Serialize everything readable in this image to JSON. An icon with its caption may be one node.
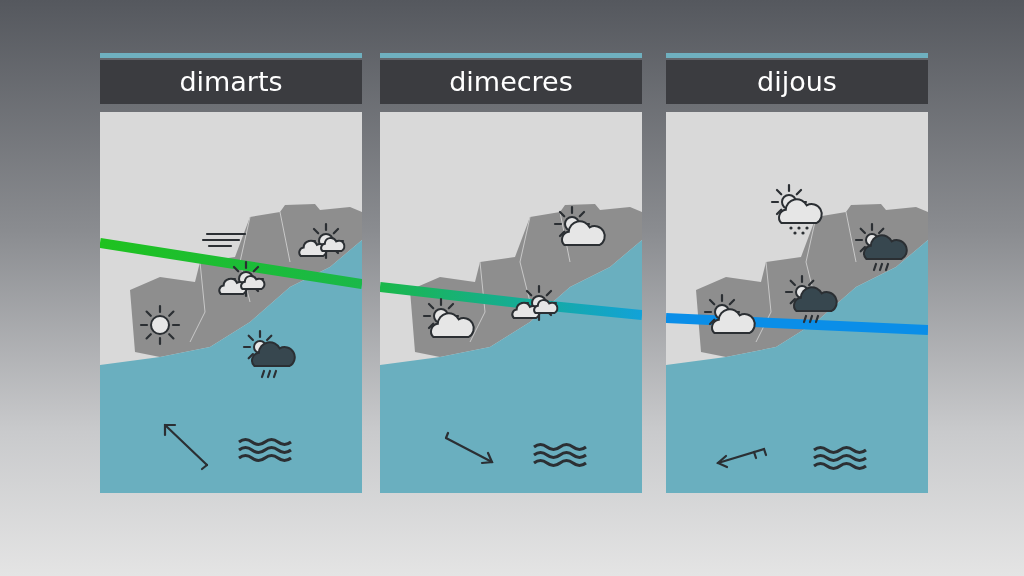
{
  "diagram": {
    "nodes": [
      {
        "text": [
          "dimarts"
        ]
      },
      {
        "text": [
          "dimecres"
        ]
      },
      {
        "text": [
          "dijous"
        ]
      }
    ]
  }
}
